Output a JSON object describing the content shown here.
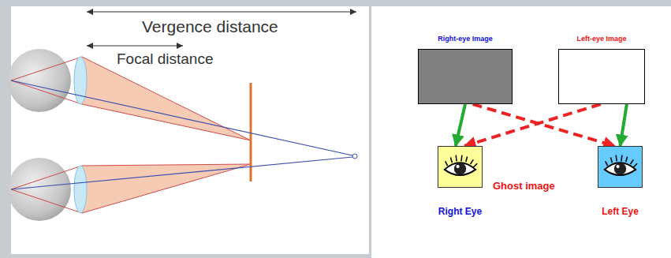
{
  "diagram": {
    "nodes": [
      {
        "text": [
          "Right-eye Image"
        ]
      },
      {
        "text": [
          "Left-eye Image"
        ]
      },
      {
        "text": [
          "Right Eye"
        ]
      },
      {
        "text": [
          "Left Eye"
        ]
      }
    ],
    "edges": [
      {
        "from": 0,
        "to": 2,
        "arrow": "to"
      },
      {
        "from": 1,
        "to": 3,
        "arrow": "to"
      },
      {
        "from": 0,
        "to": 3,
        "arrow": "to"
      },
      {
        "from": 1,
        "to": 2,
        "arrow": "to"
      }
    ],
    "labels": [
      "Vergence distance",
      "Focal distance",
      "Ghost image"
    ]
  }
}
